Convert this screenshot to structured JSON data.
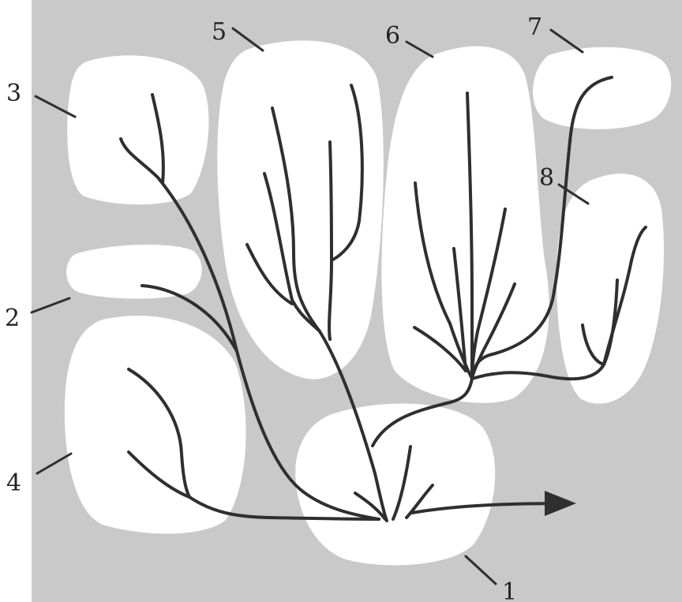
{
  "labels": {
    "l1": "1",
    "l2": "2",
    "l3": "3",
    "l4": "4",
    "l5": "5",
    "l6": "6",
    "l7": "7",
    "l8": "8"
  },
  "colors": {
    "background": "#c9c9c9",
    "region": "#ffffff",
    "stroke": "#2f2f2f"
  }
}
